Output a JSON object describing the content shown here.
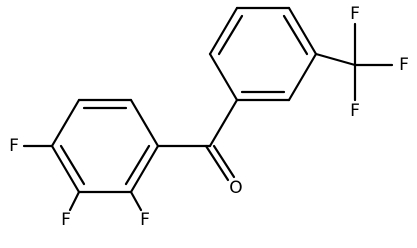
{
  "molecule": {
    "atoms": {
      "f_para": "F",
      "f_meta": "F",
      "f_ortho": "F",
      "o_carbonyl": "O",
      "cf3_f_top": "F",
      "cf3_f_right": "F",
      "cf3_f_bottom": "F"
    },
    "colors": {
      "bond": "#000000",
      "label": "#000000",
      "background": "#ffffff"
    }
  }
}
